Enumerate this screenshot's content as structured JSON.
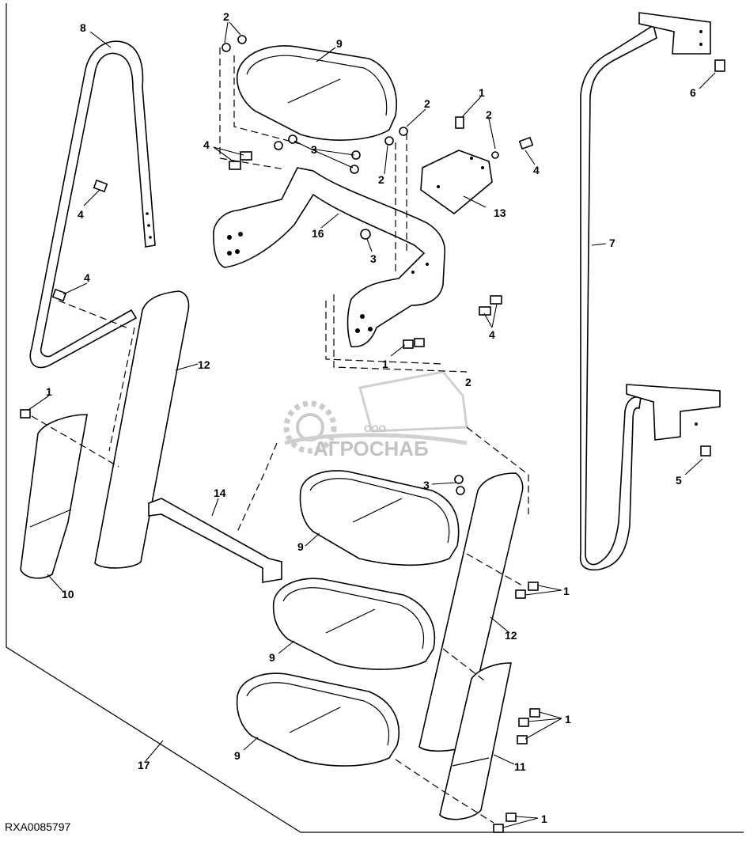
{
  "figure": {
    "reference_code": "RXA0085797",
    "callouts": [
      {
        "id": "c8",
        "text": "8"
      },
      {
        "id": "c2a",
        "text": "2"
      },
      {
        "id": "c9a",
        "text": "9"
      },
      {
        "id": "c1a",
        "text": "1"
      },
      {
        "id": "c2b",
        "text": "2"
      },
      {
        "id": "c2c",
        "text": "2"
      },
      {
        "id": "c4a",
        "text": "4"
      },
      {
        "id": "c3a",
        "text": "3"
      },
      {
        "id": "c2d",
        "text": "2"
      },
      {
        "id": "c4b",
        "text": "4"
      },
      {
        "id": "c13",
        "text": "13"
      },
      {
        "id": "c16",
        "text": "16"
      },
      {
        "id": "c3b",
        "text": "3"
      },
      {
        "id": "c4c",
        "text": "4"
      },
      {
        "id": "c4d",
        "text": "4"
      },
      {
        "id": "c4e",
        "text": "4"
      },
      {
        "id": "c1b",
        "text": "1"
      },
      {
        "id": "c12a",
        "text": "12"
      },
      {
        "id": "c1c",
        "text": "1"
      },
      {
        "id": "c10",
        "text": "10"
      },
      {
        "id": "c14",
        "text": "14"
      },
      {
        "id": "c3c",
        "text": "3"
      },
      {
        "id": "c9b",
        "text": "9"
      },
      {
        "id": "c1d",
        "text": "1"
      },
      {
        "id": "c9c",
        "text": "9"
      },
      {
        "id": "c12b",
        "text": "12"
      },
      {
        "id": "c1e",
        "text": "1"
      },
      {
        "id": "c9d",
        "text": "9"
      },
      {
        "id": "c11",
        "text": "11"
      },
      {
        "id": "c17",
        "text": "17"
      },
      {
        "id": "c1f",
        "text": "1"
      },
      {
        "id": "c7",
        "text": "7"
      },
      {
        "id": "c6",
        "text": "6"
      },
      {
        "id": "c5",
        "text": "5"
      },
      {
        "id": "c2e",
        "text": "2"
      }
    ]
  },
  "watermark": {
    "brand": "АГРОСНАБ",
    "prefix": "ООО"
  }
}
